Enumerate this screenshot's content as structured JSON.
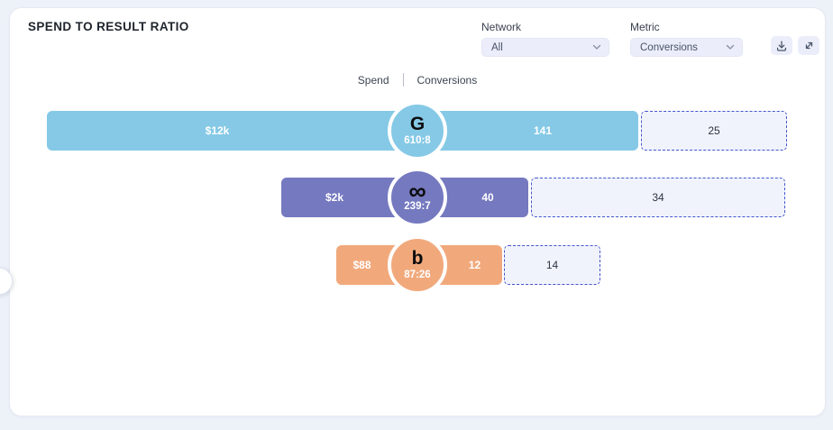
{
  "panel": {
    "title": "SPEND TO RESULT RATIO"
  },
  "controls": {
    "network": {
      "label": "Network",
      "value": "All"
    },
    "metric": {
      "label": "Metric",
      "value": "Conversions"
    },
    "download_icon": "download-icon",
    "expand_icon": "expand-arrows-icon"
  },
  "legend": {
    "spend": "Spend",
    "conversions": "Conversions"
  },
  "chart_data": {
    "type": "bar",
    "title": "SPEND TO RESULT RATIO",
    "legend_entries": [
      "Spend",
      "Conversions"
    ],
    "rows": [
      {
        "network": "google",
        "icon_glyph": "G",
        "icon_name": "google-icon",
        "spend": "$12k",
        "ratio": "610:8",
        "result": "141",
        "secondary_value": "25",
        "color": "#85c9e6"
      },
      {
        "network": "meta",
        "icon_glyph": "∞",
        "icon_name": "meta-icon",
        "spend": "$2k",
        "ratio": "239:7",
        "result": "40",
        "secondary_value": "34",
        "color": "#7579bf"
      },
      {
        "network": "bing",
        "icon_glyph": "b",
        "icon_name": "bing-icon",
        "spend": "$88",
        "ratio": "87:26",
        "result": "12",
        "secondary_value": "14",
        "color": "#f1a97c"
      }
    ],
    "dashed_border_color": "#4355cd",
    "background_color": "#edf2f9"
  }
}
